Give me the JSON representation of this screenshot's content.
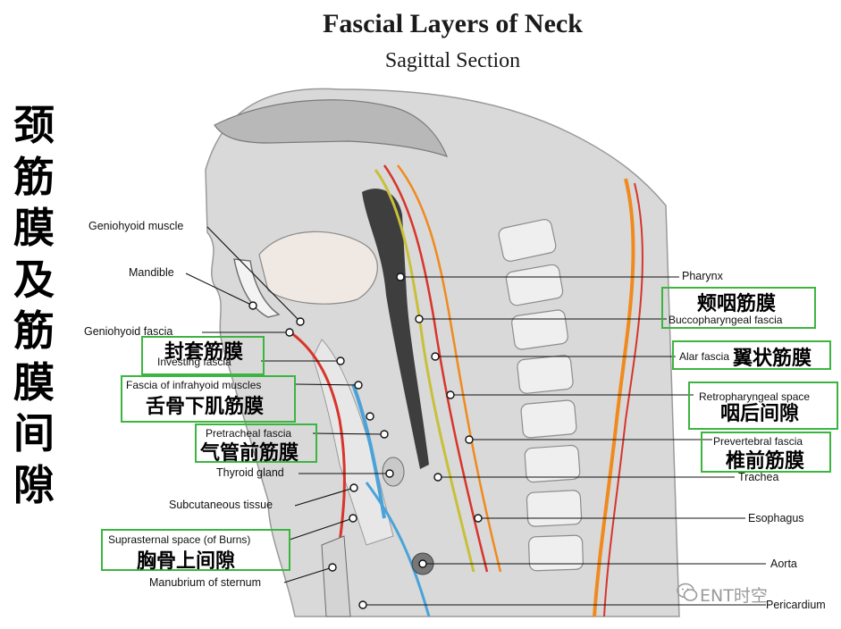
{
  "title": "Fascial Layers of Neck",
  "subtitle": "Sagittal Section",
  "vertical_title": [
    "颈",
    "筋",
    "膜",
    "及",
    "筋",
    "膜",
    "间",
    "隙"
  ],
  "labels_left": {
    "geniohyoid_muscle": "Geniohyoid muscle",
    "mandible": "Mandible",
    "geniohyoid_fascia": "Geniohyoid fascia",
    "investing_fascia": "Investing fascia",
    "infrahyoid_fascia": "Fascia of infrahyoid muscles",
    "pretracheal_fascia": "Pretracheal fascia",
    "thyroid_gland": "Thyroid gland",
    "subcutaneous_tissue": "Subcutaneous tissue",
    "suprasternal_space": "Suprasternal space (of Burns)",
    "manubrium": "Manubrium of sternum"
  },
  "labels_right": {
    "pharynx": "Pharynx",
    "buccopharyngeal_fascia": "Buccopharyngeal fascia",
    "alar_fascia": "Alar fascia",
    "retropharyngeal_space": "Retropharyngeal space",
    "prevertebral_fascia": "Prevertebral fascia",
    "trachea": "Trachea",
    "esophagus": "Esophagus",
    "aorta": "Aorta",
    "pericardium": "Pericardium"
  },
  "cn_labels": {
    "investing": "封套筋膜",
    "infrahyoid": "舌骨下肌筋膜",
    "pretracheal": "气管前筋膜",
    "suprasternal": "胸骨上间隙",
    "buccopharyngeal": "颊咽筋膜",
    "alar": "翼状筋膜",
    "retropharyngeal": "咽后间隙",
    "prevertebral": "椎前筋膜"
  },
  "watermark": "ENT时空",
  "colors": {
    "highlight_box": "#3cb540",
    "fascia_red": "#d8352a",
    "fascia_orange": "#f08a1e",
    "fascia_yellow": "#c8c03a",
    "space_blue": "#4aa3d8"
  }
}
